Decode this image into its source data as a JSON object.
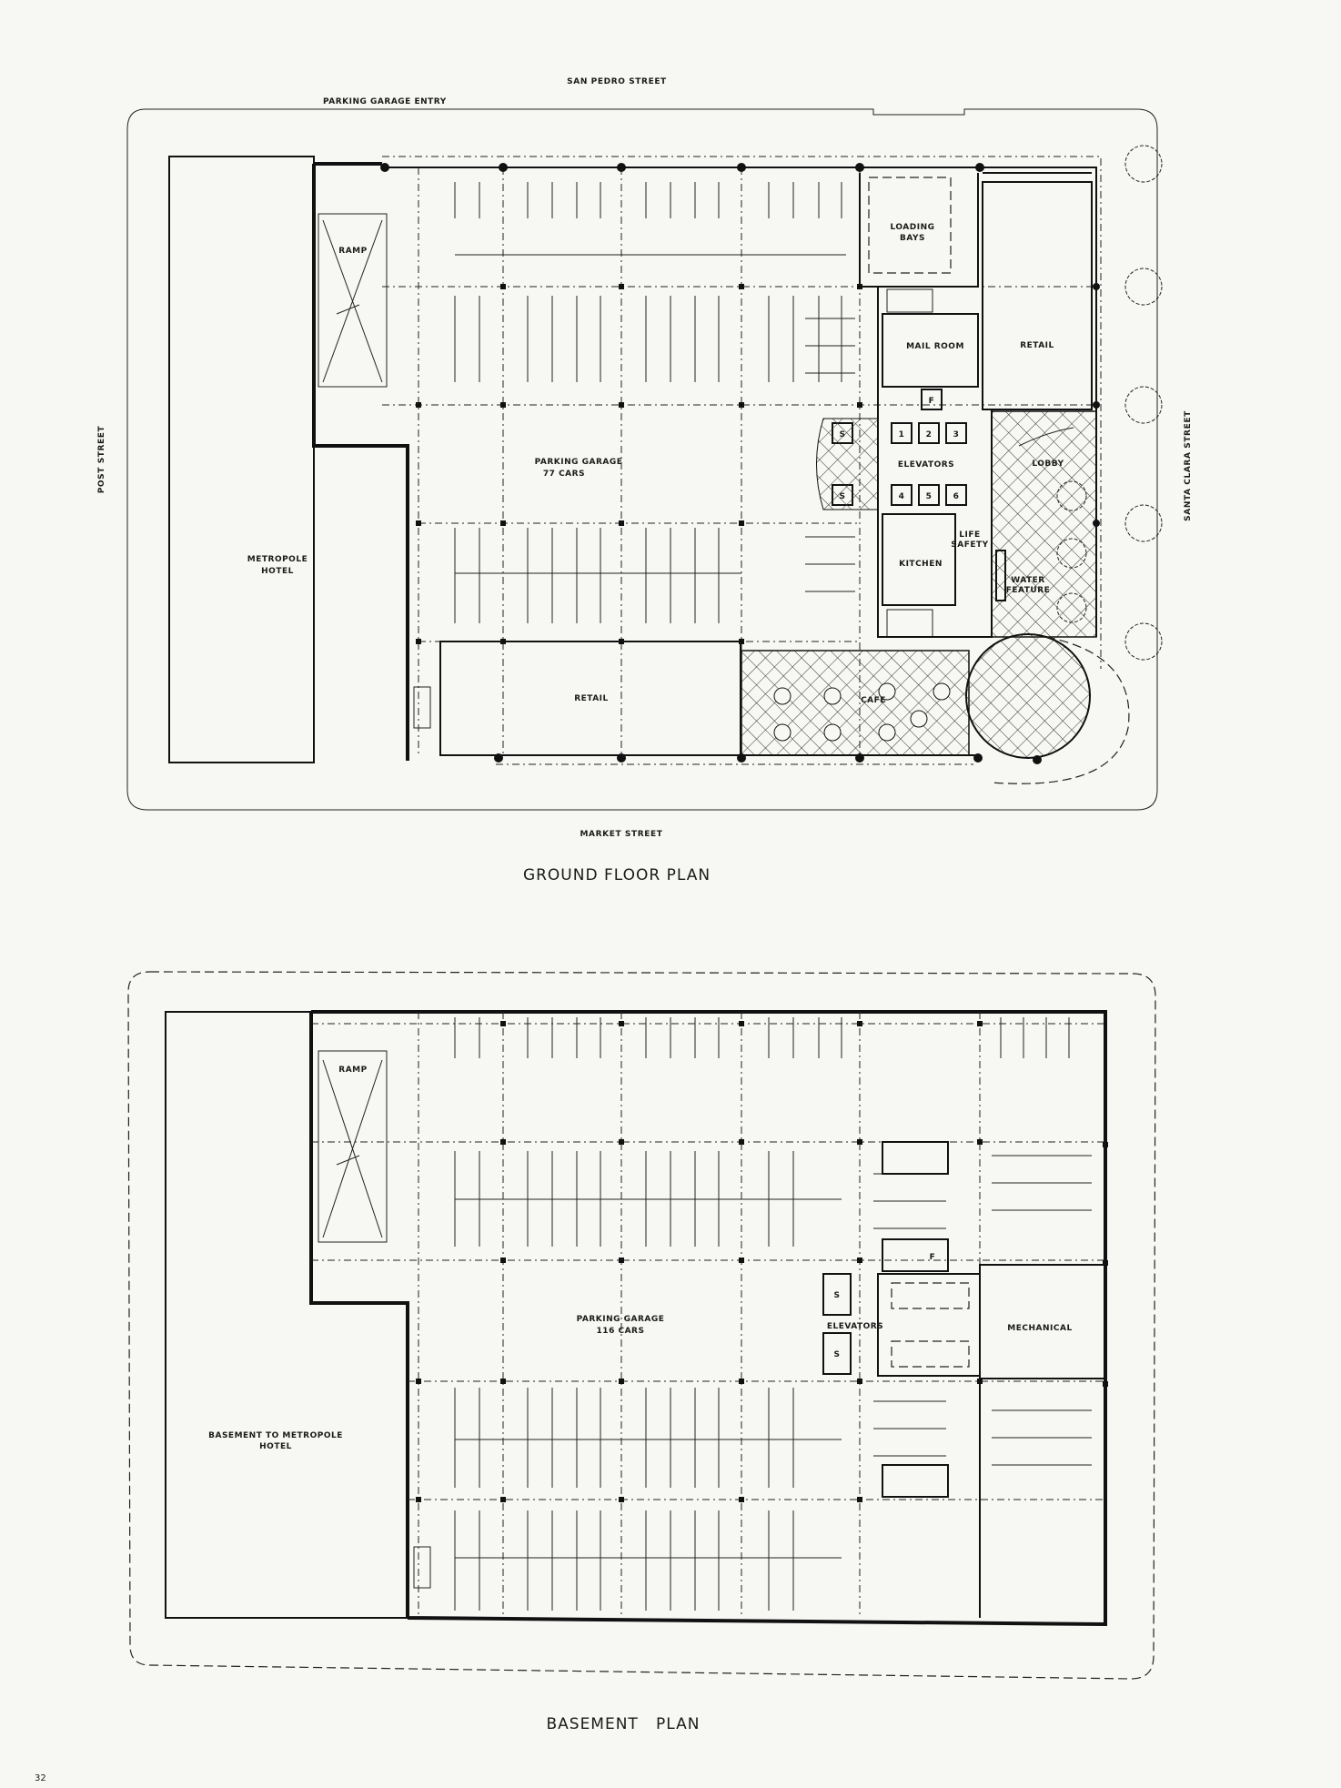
{
  "ground_floor": {
    "title": "GROUND FLOOR PLAN",
    "streets": {
      "north": "SAN PEDRO STREET",
      "south": "MARKET STREET",
      "west": "POST STREET",
      "east": "SANTA CLARA STREET",
      "entry": "PARKING GARAGE ENTRY"
    },
    "labels": {
      "hotel": "METROPOLE",
      "hotel2": "HOTEL",
      "ramp": "RAMP",
      "garage": "PARKING GARAGE",
      "garage_count": "77 CARS",
      "retail_south": "RETAIL",
      "retail_east": "RETAIL",
      "loading": "LOADING",
      "loading2": "BAYS",
      "mail": "MAIL ROOM",
      "elevators": "ELEVATORS",
      "lobby": "LOBBY",
      "life": "LIFE",
      "life2": "SAFETY",
      "kitchen": "KITCHEN",
      "water": "WATER",
      "water2": "FEATURE",
      "cafe": "CAFE",
      "freight": "F",
      "stair_s": "S",
      "elev_nums": [
        "1",
        "2",
        "3",
        "4",
        "5",
        "6"
      ]
    }
  },
  "basement": {
    "title": "BASEMENT   PLAN",
    "labels": {
      "hotel": "BASEMENT TO METROPOLE",
      "hotel2": "HOTEL",
      "ramp": "RAMP",
      "garage": "PARKING GARAGE",
      "garage_count": "116 CARS",
      "elevators": "ELEVATORS",
      "mechanical": "MECHANICAL",
      "freight": "F",
      "stair_s": "S"
    }
  },
  "page_number": "32"
}
